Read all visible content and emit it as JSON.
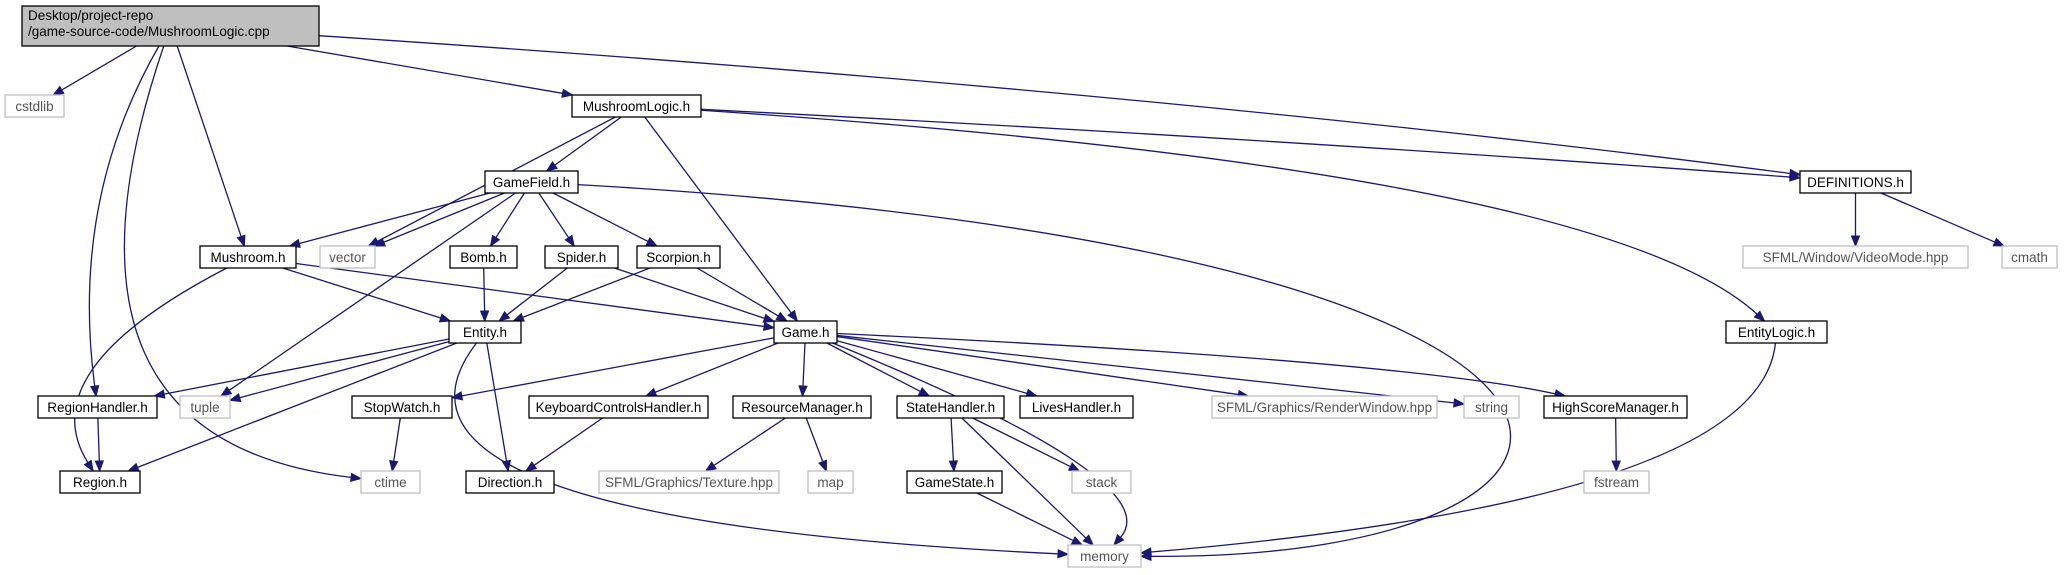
{
  "graph": {
    "colors": {
      "root_fill": "#bfbfbf",
      "root_stroke": "#000000",
      "project_stroke": "#000000",
      "system_stroke": "#bfbfbf",
      "edge": "#191970"
    },
    "nodes": [
      {
        "id": "root",
        "kind": "root",
        "lines": [
          "Desktop/project-repo",
          "/game-source-code/MushroomLogic.cpp"
        ]
      },
      {
        "id": "cstdlib",
        "kind": "system",
        "lines": [
          "cstdlib"
        ]
      },
      {
        "id": "mushroomlogic_h",
        "kind": "project",
        "lines": [
          "MushroomLogic.h"
        ]
      },
      {
        "id": "definitions_h",
        "kind": "project",
        "lines": [
          "DEFINITIONS.h"
        ]
      },
      {
        "id": "gamefield_h",
        "kind": "project",
        "lines": [
          "GameField.h"
        ]
      },
      {
        "id": "mushroom_h",
        "kind": "project",
        "lines": [
          "Mushroom.h"
        ]
      },
      {
        "id": "vector",
        "kind": "system",
        "lines": [
          "vector"
        ]
      },
      {
        "id": "bomb_h",
        "kind": "project",
        "lines": [
          "Bomb.h"
        ]
      },
      {
        "id": "spider_h",
        "kind": "project",
        "lines": [
          "Spider.h"
        ]
      },
      {
        "id": "scorpion_h",
        "kind": "project",
        "lines": [
          "Scorpion.h"
        ]
      },
      {
        "id": "sfml_videomode",
        "kind": "system",
        "lines": [
          "SFML/Window/VideoMode.hpp"
        ]
      },
      {
        "id": "cmath",
        "kind": "system",
        "lines": [
          "cmath"
        ]
      },
      {
        "id": "entity_h",
        "kind": "project",
        "lines": [
          "Entity.h"
        ]
      },
      {
        "id": "game_h",
        "kind": "project",
        "lines": [
          "Game.h"
        ]
      },
      {
        "id": "entitylogic_h",
        "kind": "project",
        "lines": [
          "EntityLogic.h"
        ]
      },
      {
        "id": "regionhandler_h",
        "kind": "project",
        "lines": [
          "RegionHandler.h"
        ]
      },
      {
        "id": "tuple",
        "kind": "system",
        "lines": [
          "tuple"
        ]
      },
      {
        "id": "stopwatch_h",
        "kind": "project",
        "lines": [
          "StopWatch.h"
        ]
      },
      {
        "id": "keyboard_h",
        "kind": "project",
        "lines": [
          "KeyboardControlsHandler.h"
        ]
      },
      {
        "id": "resourcemanager_h",
        "kind": "project",
        "lines": [
          "ResourceManager.h"
        ]
      },
      {
        "id": "statehandler_h",
        "kind": "project",
        "lines": [
          "StateHandler.h"
        ]
      },
      {
        "id": "liveshandler_h",
        "kind": "project",
        "lines": [
          "LivesHandler.h"
        ]
      },
      {
        "id": "sfml_renderwindow",
        "kind": "system",
        "lines": [
          "SFML/Graphics/RenderWindow.hpp"
        ]
      },
      {
        "id": "string",
        "kind": "system",
        "lines": [
          "string"
        ]
      },
      {
        "id": "highscore_h",
        "kind": "project",
        "lines": [
          "HighScoreManager.h"
        ]
      },
      {
        "id": "region_h",
        "kind": "project",
        "lines": [
          "Region.h"
        ]
      },
      {
        "id": "ctime",
        "kind": "system",
        "lines": [
          "ctime"
        ]
      },
      {
        "id": "direction_h",
        "kind": "project",
        "lines": [
          "Direction.h"
        ]
      },
      {
        "id": "sfml_texture",
        "kind": "system",
        "lines": [
          "SFML/Graphics/Texture.hpp"
        ]
      },
      {
        "id": "map",
        "kind": "system",
        "lines": [
          "map"
        ]
      },
      {
        "id": "gamestate_h",
        "kind": "project",
        "lines": [
          "GameState.h"
        ]
      },
      {
        "id": "stack",
        "kind": "system",
        "lines": [
          "stack"
        ]
      },
      {
        "id": "fstream",
        "kind": "system",
        "lines": [
          "fstream"
        ]
      },
      {
        "id": "memory",
        "kind": "system",
        "lines": [
          "memory"
        ]
      }
    ],
    "edges": [
      {
        "from": "root",
        "to": "cstdlib"
      },
      {
        "from": "root",
        "to": "mushroomlogic_h"
      },
      {
        "from": "root",
        "to": "definitions_h"
      },
      {
        "from": "root",
        "to": "mushroom_h"
      },
      {
        "from": "root",
        "to": "regionhandler_h"
      },
      {
        "from": "root",
        "to": "ctime"
      },
      {
        "from": "mushroomlogic_h",
        "to": "gamefield_h"
      },
      {
        "from": "mushroomlogic_h",
        "to": "vector"
      },
      {
        "from": "mushroomlogic_h",
        "to": "game_h"
      },
      {
        "from": "mushroomlogic_h",
        "to": "definitions_h"
      },
      {
        "from": "mushroomlogic_h",
        "to": "entitylogic_h"
      },
      {
        "from": "definitions_h",
        "to": "sfml_videomode"
      },
      {
        "from": "definitions_h",
        "to": "cmath"
      },
      {
        "from": "gamefield_h",
        "to": "mushroom_h"
      },
      {
        "from": "gamefield_h",
        "to": "vector"
      },
      {
        "from": "gamefield_h",
        "to": "bomb_h"
      },
      {
        "from": "gamefield_h",
        "to": "spider_h"
      },
      {
        "from": "gamefield_h",
        "to": "scorpion_h"
      },
      {
        "from": "gamefield_h",
        "to": "tuple"
      },
      {
        "from": "gamefield_h",
        "to": "memory"
      },
      {
        "from": "mushroom_h",
        "to": "entity_h"
      },
      {
        "from": "mushroom_h",
        "to": "game_h"
      },
      {
        "from": "mushroom_h",
        "to": "region_h"
      },
      {
        "from": "bomb_h",
        "to": "entity_h"
      },
      {
        "from": "spider_h",
        "to": "entity_h"
      },
      {
        "from": "spider_h",
        "to": "game_h"
      },
      {
        "from": "scorpion_h",
        "to": "entity_h"
      },
      {
        "from": "scorpion_h",
        "to": "game_h"
      },
      {
        "from": "entity_h",
        "to": "regionhandler_h"
      },
      {
        "from": "entity_h",
        "to": "tuple"
      },
      {
        "from": "entity_h",
        "to": "region_h"
      },
      {
        "from": "entity_h",
        "to": "direction_h"
      },
      {
        "from": "entity_h",
        "to": "memory"
      },
      {
        "from": "game_h",
        "to": "stopwatch_h"
      },
      {
        "from": "game_h",
        "to": "keyboard_h"
      },
      {
        "from": "game_h",
        "to": "resourcemanager_h"
      },
      {
        "from": "game_h",
        "to": "statehandler_h"
      },
      {
        "from": "game_h",
        "to": "liveshandler_h"
      },
      {
        "from": "game_h",
        "to": "sfml_renderwindow"
      },
      {
        "from": "game_h",
        "to": "string"
      },
      {
        "from": "game_h",
        "to": "highscore_h"
      },
      {
        "from": "game_h",
        "to": "memory"
      },
      {
        "from": "entitylogic_h",
        "to": "memory"
      },
      {
        "from": "regionhandler_h",
        "to": "region_h"
      },
      {
        "from": "stopwatch_h",
        "to": "ctime"
      },
      {
        "from": "keyboard_h",
        "to": "direction_h"
      },
      {
        "from": "resourcemanager_h",
        "to": "sfml_texture"
      },
      {
        "from": "resourcemanager_h",
        "to": "map"
      },
      {
        "from": "statehandler_h",
        "to": "gamestate_h"
      },
      {
        "from": "statehandler_h",
        "to": "stack"
      },
      {
        "from": "statehandler_h",
        "to": "memory"
      },
      {
        "from": "gamestate_h",
        "to": "memory"
      },
      {
        "from": "highscore_h",
        "to": "fstream"
      }
    ]
  }
}
